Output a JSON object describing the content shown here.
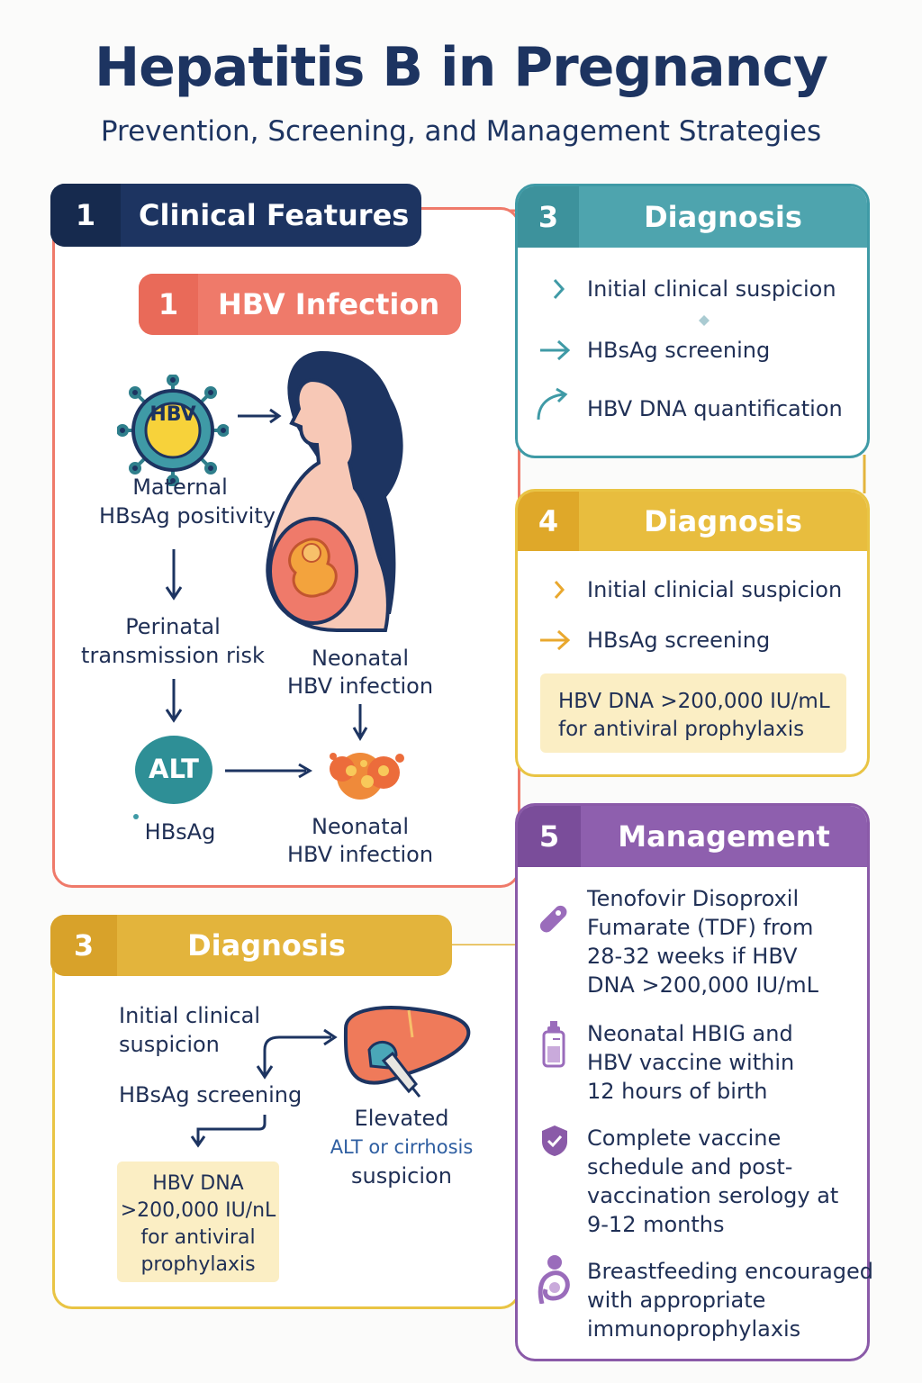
{
  "header": {
    "title": "Hepatitis B in Pregnancy",
    "subtitle": "Prevention, Screening, and Management Strategies"
  },
  "colors": {
    "navy": "#1d3461",
    "salmon": "#ef7a6a",
    "teal": "#3f9aa6",
    "gold": "#e3b43c",
    "purple": "#8a5aa8",
    "note_bg": "#fbeec4"
  },
  "section_clinical": {
    "number": "1",
    "title": "Clinical Features",
    "sub_number": "1",
    "sub_title": "HBV Infection",
    "virus_label": "HBV",
    "maternal": "Maternal",
    "hbsag_positivity": "HBsAg positivity",
    "perinatal": "Perinatal",
    "transmission_risk": "transmission risk",
    "neonatal_a": "Neonatal",
    "hbv_infection_a": "HBV infection",
    "alt_label": "ALT",
    "hbsag": "HBsAg",
    "neonatal_b": "Neonatal",
    "hbv_infection_b": "HBV infection"
  },
  "section_diagnosis_teal": {
    "number": "3",
    "title": "Diagnosis",
    "items": [
      "Initial clinical suspicion",
      "HBsAg screening",
      "HBV DNA quantification"
    ]
  },
  "section_diagnosis_gold": {
    "number": "4",
    "title": "Diagnosis",
    "items": [
      "Initial clinicial suspicion",
      "HBsAg screening"
    ],
    "note_line1": "HBV DNA >200,000 IU/mL",
    "note_line2": "for antiviral prophylaxis"
  },
  "section_diagnosis_bottom": {
    "number": "3",
    "title": "Diagnosis",
    "initial_1": "Initial clinical",
    "initial_2": "suspicion",
    "screening": "HBsAg screening",
    "note_1": "HBV DNA",
    "note_2": ">200,000 IU/nL",
    "note_3": "for antiviral",
    "note_4": "prophylaxis",
    "elevated": "Elevated",
    "alt_cirrhosis": "ALT or cirrhosis",
    "suspicion": "suspicion"
  },
  "section_management": {
    "number": "5",
    "title": "Management",
    "items": [
      {
        "icon": "pill-icon",
        "lines": [
          "Tenofovir Disoproxil",
          "Fumarate (TDF) from",
          "28-32 weeks if HBV",
          "DNA >200,000 IU/mL"
        ]
      },
      {
        "icon": "vial-icon",
        "lines": [
          "Neonatal HBIG and",
          "HBV vaccine within",
          "12 hours of birth"
        ]
      },
      {
        "icon": "shield-check-icon",
        "lines": [
          "Complete vaccine",
          "schedule and post-",
          "vaccination serology at",
          "9-12 months"
        ]
      },
      {
        "icon": "breastfeeding-icon",
        "lines": [
          "Breastfeeding encouraged",
          "with appropriate",
          "immunoprophylaxis"
        ]
      }
    ]
  }
}
